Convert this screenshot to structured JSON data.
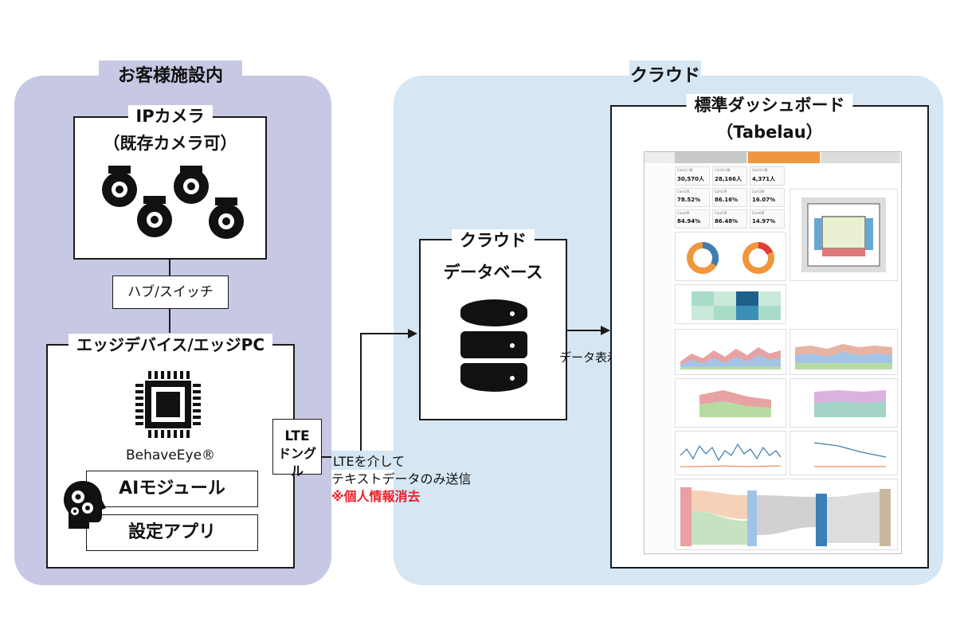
{
  "left_zone": {
    "title": "お客様施設内",
    "bg": "#c7c8e4"
  },
  "right_zone": {
    "title": "クラウド",
    "bg": "#d6e6f3"
  },
  "ip_camera": {
    "title_line1": "IPカメラ",
    "title_line2": "（既存カメラ可）",
    "camera_count": 4
  },
  "hub": {
    "label": "ハブ/スイッチ"
  },
  "edge": {
    "title": "エッジデバイス/エッジPC",
    "brand": "BehaveEye®",
    "modules": [
      "AIモジュール",
      "設定アプリ"
    ]
  },
  "lte": {
    "label_line1": "LTE",
    "label_line2": "ドングル"
  },
  "transmit_note": {
    "line1": "LTEを介して",
    "line2": "テキストデータのみ送信",
    "warning": "※個人情報消去",
    "warning_color": "#e8202a"
  },
  "cloud_db": {
    "title_line1": "クラウド",
    "title_line2": "データベース"
  },
  "display_label": "データ表示",
  "dashboard": {
    "title_line1": "標準ダッシュボード",
    "title_line2": "（Tabelau）",
    "active_tab_color": "#f0963c",
    "kpis": [
      {
        "label": "Cam1人数",
        "value": "30,570人"
      },
      {
        "label": "Cam2人数",
        "value": "28,166人"
      },
      {
        "label": "Cam3人数",
        "value": "4,371人"
      },
      {
        "label": "Cam1率",
        "value": "78.52%"
      },
      {
        "label": "Cam2率",
        "value": "86.16%"
      },
      {
        "label": "Cam3率",
        "value": "16.07%"
      },
      {
        "label": "Cam4率",
        "value": "84.94%"
      },
      {
        "label": "Cam5率",
        "value": "86.48%"
      },
      {
        "label": "Cam6率",
        "value": "14.97%"
      }
    ]
  }
}
